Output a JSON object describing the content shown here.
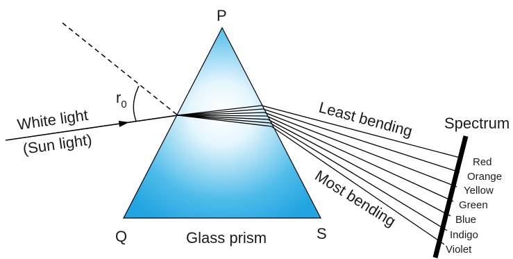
{
  "vertices": {
    "top": "P",
    "bottom_left": "Q",
    "bottom_right": "S"
  },
  "labels": {
    "prism": "Glass prism",
    "incident_line1": "White light",
    "incident_line2": "(Sun light)",
    "angle": "r",
    "angle_subscript": "0",
    "least_bending": "Least bending",
    "most_bending": "Most bending",
    "spectrum": "Spectrum"
  },
  "spectrum_colors": [
    "Red",
    "Orange",
    "Yellow",
    "Green",
    "Blue",
    "Indigo",
    "Violet"
  ],
  "colors": {
    "prism_light": "#e6f6fd",
    "prism_dark": "#21a4e0",
    "lines": "#000000"
  }
}
